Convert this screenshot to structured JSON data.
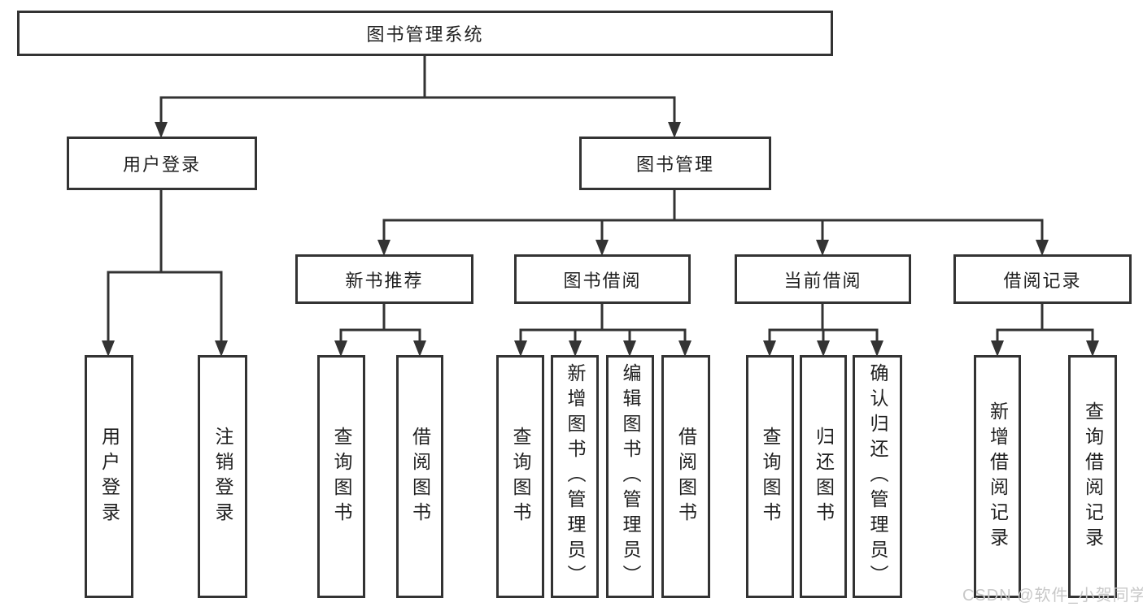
{
  "root": {
    "label": "图书管理系统"
  },
  "user_login": {
    "label": "用户登录",
    "children": [
      {
        "label": "用户登录"
      },
      {
        "label": "注销登录"
      }
    ]
  },
  "book_mgmt": {
    "label": "图书管理",
    "children": [
      {
        "label": "新书推荐",
        "children": [
          {
            "label": "查询图书"
          },
          {
            "label": "借阅图书"
          }
        ]
      },
      {
        "label": "图书借阅",
        "children": [
          {
            "label": "查询图书"
          },
          {
            "label": "新增图书（管理员）"
          },
          {
            "label": "编辑图书（管理员）"
          },
          {
            "label": "借阅图书"
          }
        ]
      },
      {
        "label": "当前借阅",
        "children": [
          {
            "label": "查询图书"
          },
          {
            "label": "归还图书"
          },
          {
            "label": "确认归还（管理员）"
          }
        ]
      },
      {
        "label": "借阅记录",
        "children": [
          {
            "label": "新增借阅记录"
          },
          {
            "label": "查询借阅记录"
          }
        ]
      }
    ]
  },
  "watermark": {
    "text": "CSDN @软件_小贺同学"
  },
  "colors": {
    "line": "#333333",
    "text": "#1f1f1f",
    "watermark": "#c8c8c8",
    "background": "#ffffff"
  }
}
